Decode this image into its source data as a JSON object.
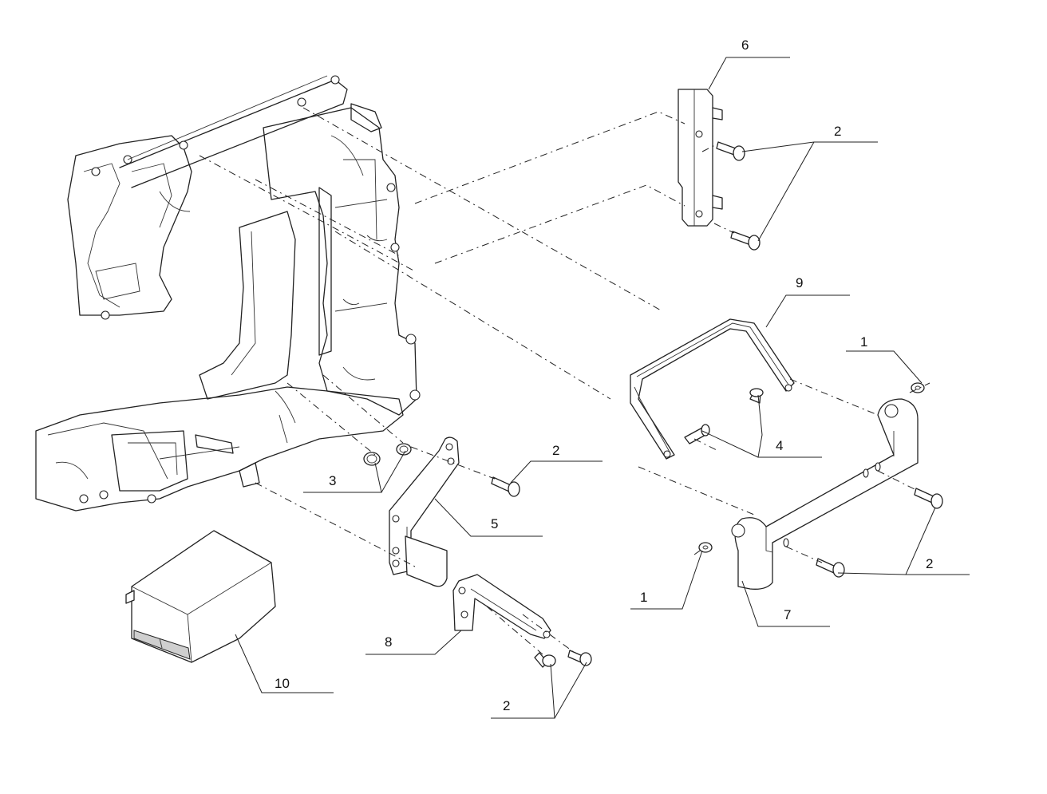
{
  "callouts": {
    "c1a": "1",
    "c1b": "1",
    "c2a": "2",
    "c2b": "2",
    "c2c": "2",
    "c2d": "2",
    "c3": "3",
    "c4": "4",
    "c5": "5",
    "c6": "6",
    "c7": "7",
    "c8": "8",
    "c9": "9",
    "c10": "10"
  }
}
